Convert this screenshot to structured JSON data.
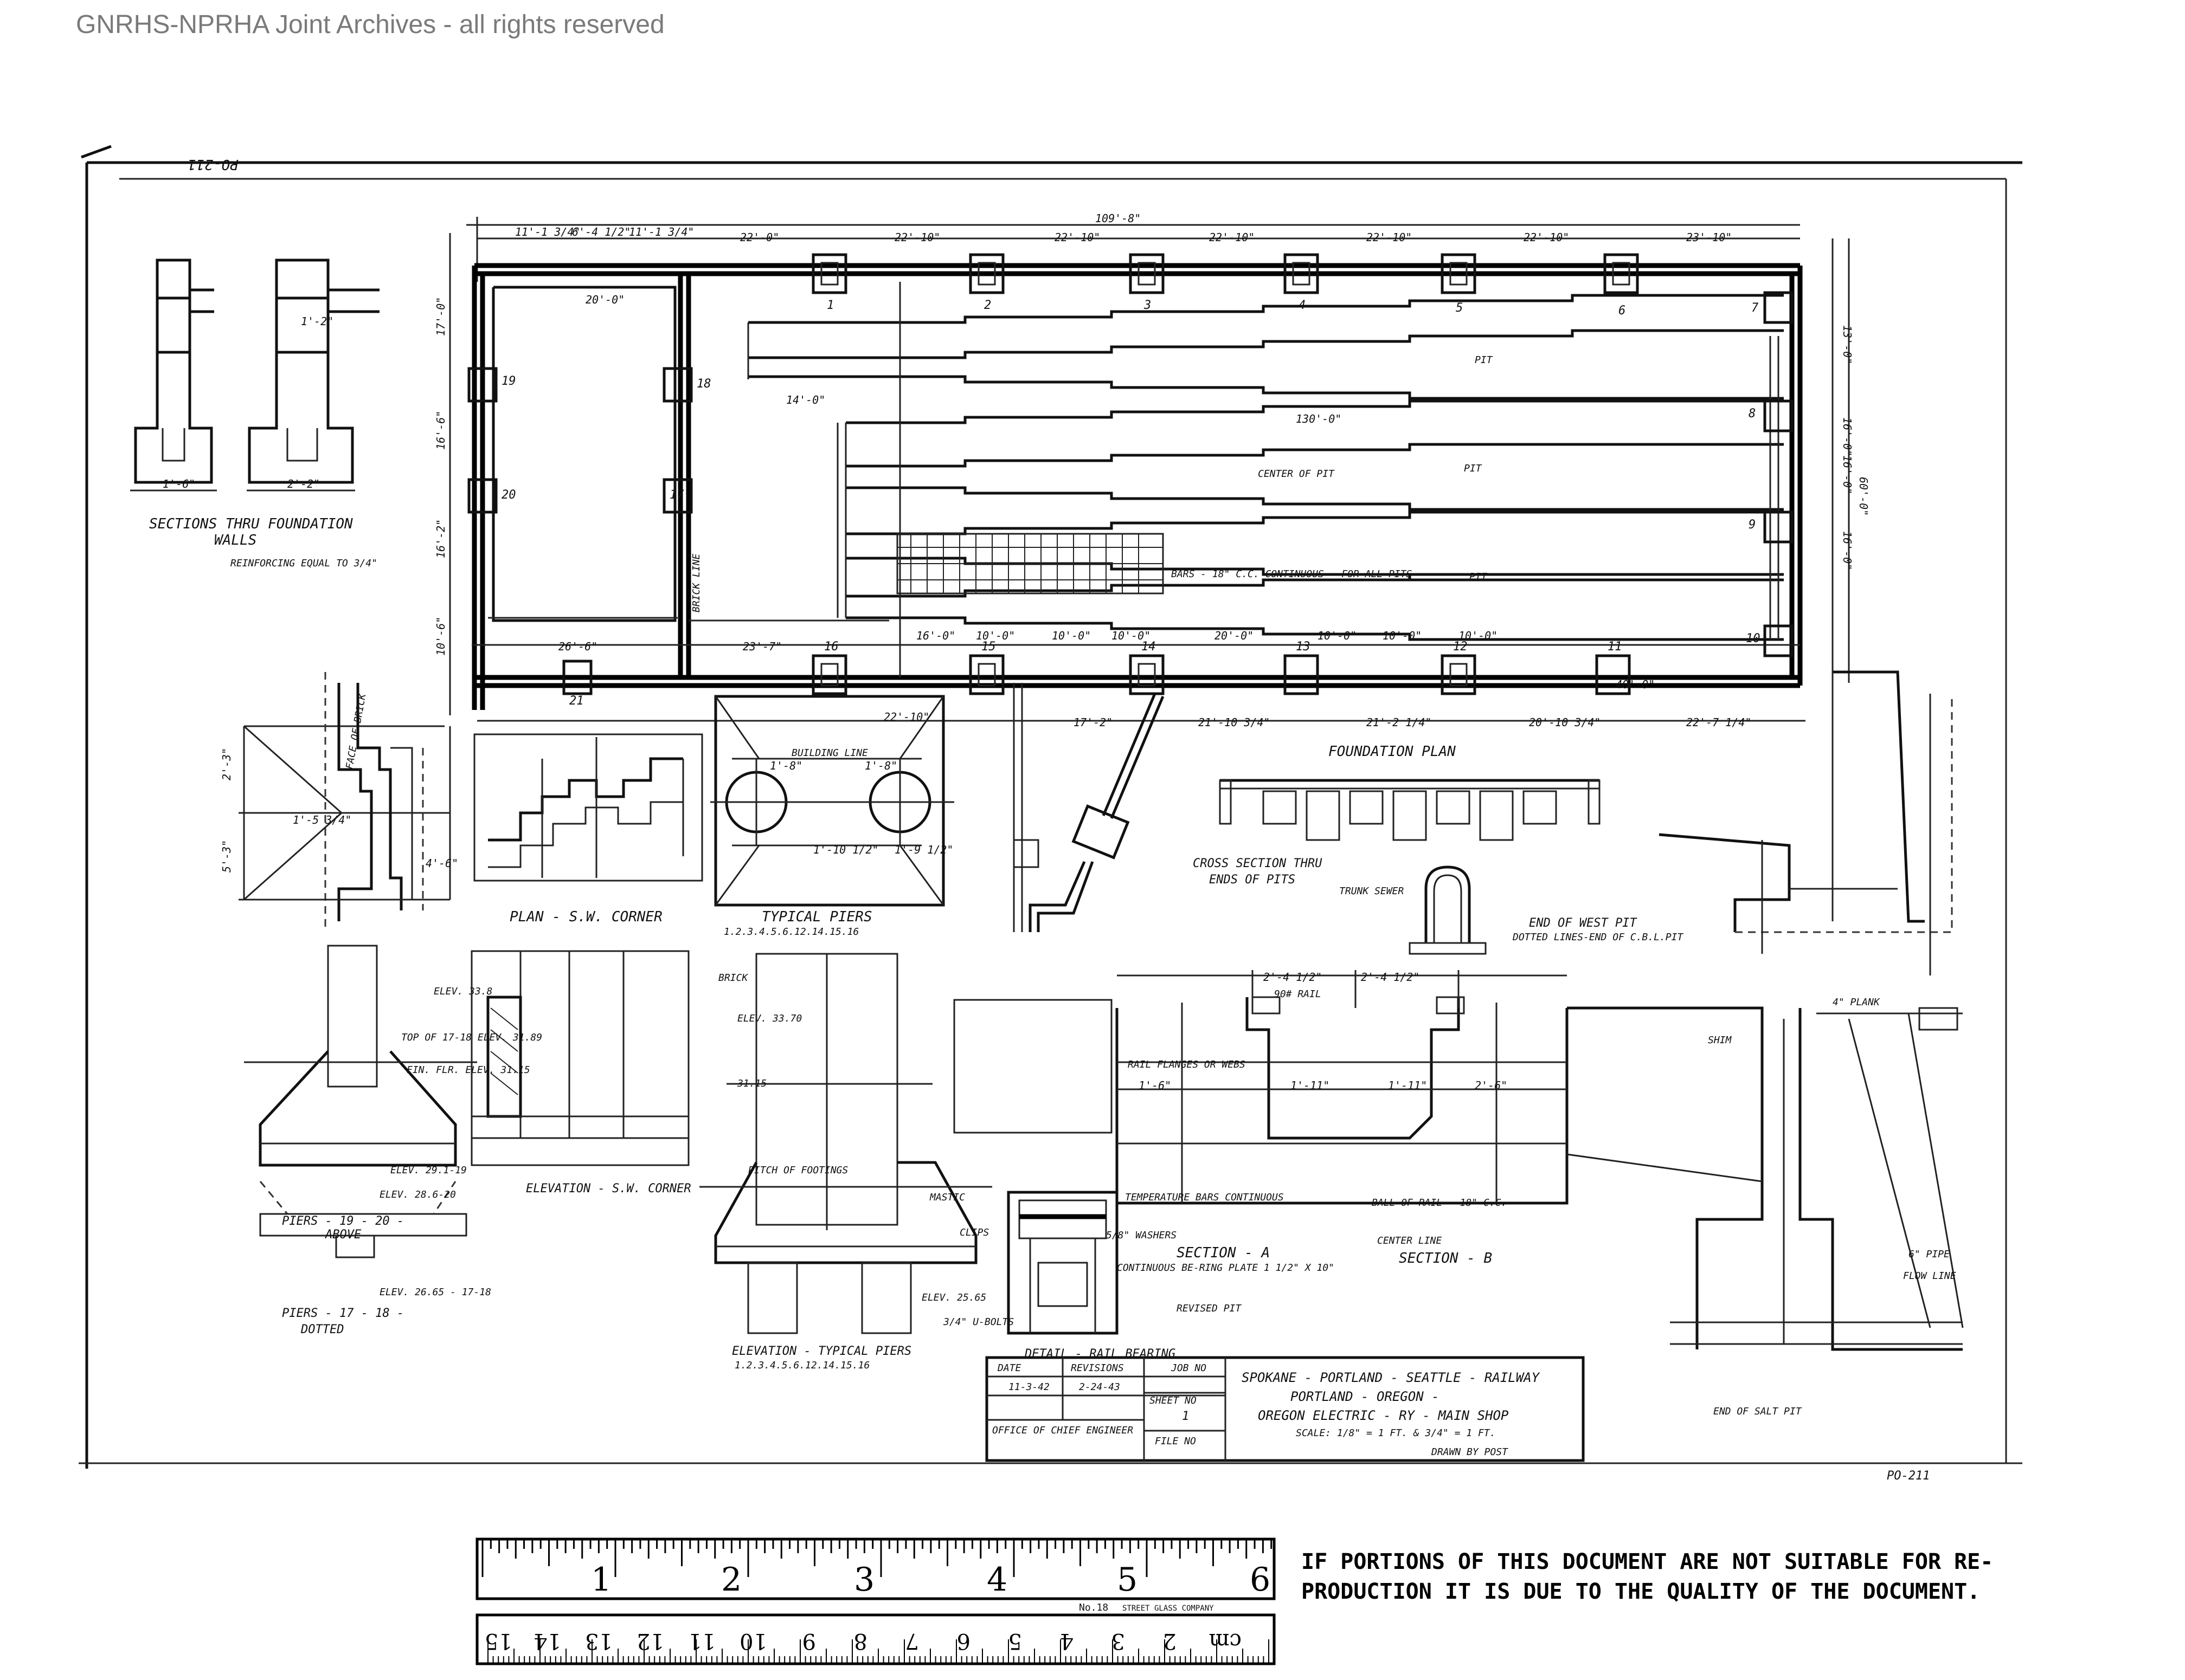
{
  "watermark": "GNRHS-NPRHA Joint Archives - all rights reserved",
  "sheet_mark_top": "PO-211",
  "sheet_mark_bottom": "PO-211",
  "main_view": {
    "title": "FOUNDATION PLAN",
    "overall_length": "109'-8\"",
    "top_spans": [
      "11'-1 3/4\"",
      "6'-4 1/2\"",
      "11'-1 3/4\"",
      "22'-0\"",
      "22'-10\"",
      "22'-10\"",
      "22'-10\"",
      "22'-10\"",
      "22'-10\"",
      "23'-10\""
    ],
    "bottom_spans": [
      "26'-6\"",
      "23'-7\"",
      "22'-10\"",
      "17'-2\"",
      "21'-10 3/4\"",
      "21'-2 1/4\"",
      "20'-10 3/4\"",
      "22'-7 1/4\""
    ],
    "pit_spans": [
      "16'-0\"",
      "10'-0\"",
      "10'-0\"",
      "10'-0\"",
      "20'-0\"",
      "10'-0\"",
      "10'-0\"",
      "10'-0\"",
      "40'-0\""
    ],
    "left_heights": [
      "17'-0\"",
      "16'-6\"",
      "16'-2\"",
      "10'-6\""
    ],
    "right_heights": [
      "13'-0\"",
      "16'-0\"",
      "16'-0\"",
      "16'-0\"",
      "60'-0\""
    ],
    "pier_numbers": [
      "1",
      "2",
      "3",
      "4",
      "5",
      "6",
      "7",
      "8",
      "9",
      "10",
      "11",
      "12",
      "13",
      "14",
      "15",
      "16",
      "17",
      "18",
      "19",
      "20",
      "21"
    ],
    "notes": {
      "pit": "PIT",
      "center_of_pit": "CENTER OF PIT",
      "bars": "BARS - 18\" C.C. CONTINUOUS - FOR ALL PITS",
      "brick_line": "BRICK LINE",
      "length_130": "130'-0\"",
      "length_14": "14'-0\"",
      "width_20": "20'-0\""
    }
  },
  "sections_walls": {
    "title": "SECTIONS THRU FOUNDATION",
    "title2": "WALLS",
    "note": "REINFORCING EQUAL TO 3/4\"",
    "dims": [
      "1'-6\"",
      "2'-2\"",
      "1'-2\""
    ]
  },
  "plan_sw": {
    "title": "PLAN - S.W. CORNER",
    "dims": [
      "2'-3\"",
      "5'-3\"",
      "1'-5 3/4\"",
      "4'-6\""
    ],
    "face_label": "FACE OF BRICK"
  },
  "typical_piers": {
    "title": "TYPICAL PIERS",
    "subtitle": "1.2.3.4.5.6.12.14.15.16",
    "building_line": "BUILDING LINE",
    "dims": [
      "1'-8\"",
      "1'-8\"",
      "1'-10 1/2\"",
      "1'-9 1/2\""
    ]
  },
  "cross_section": {
    "title": "CROSS SECTION THRU",
    "title2": "ENDS OF PITS",
    "trunk_sewer": "TRUNK SEWER"
  },
  "end_west_pit": {
    "title": "END OF WEST PIT",
    "subtitle": "DOTTED LINES-END OF C.B.L.PIT"
  },
  "elev_sw": {
    "title": "ELEVATION - S.W. CORNER",
    "labels": [
      "ELEV. 33.8",
      "TOP OF 17-18 ELEV. 31.89",
      "FIN. FLR. ELEV. 31.15",
      "ELEV. 29.1-19",
      "ELEV. 28.6-20"
    ],
    "brick": "BRICK",
    "elev_brick": "ELEV. 33.70"
  },
  "piers_19_20": {
    "title": "PIERS - 19 - 20 -",
    "subtitle": "ABOVE",
    "note": "ELEV. 26.65 - 17-18"
  },
  "piers_17_18": {
    "title": "PIERS - 17 - 18 -",
    "subtitle": "DOTTED"
  },
  "elev_typical": {
    "title": "ELEVATION - TYPICAL PIERS",
    "subtitle": "1.2.3.4.5.6.12.14.15.16",
    "pitch": "PITCH OF FOOTINGS",
    "elev_31": "31.15",
    "elev_bot": "ELEV. 25.65"
  },
  "detail_rail": {
    "title": "DETAIL - RAIL BEARING",
    "labels": [
      "MASTIC",
      "CLIPS",
      "CONTINUOUS BE-RING PLATE 1 1/2\" X 10\"",
      "3/4\" U-BOLTS",
      "5/8\" WASHERS"
    ]
  },
  "section_a": {
    "title": "SECTION - A",
    "labels": [
      "RAIL FLANGES OR WEBS",
      "TEMPERATURE BARS CONTINUOUS",
      "BALL OF RAIL - 18\" C.C.",
      "REVISED PIT",
      "90# RAIL"
    ],
    "dims": [
      "2'-4 1/2\"",
      "2'-4 1/2\"",
      "1'-6\"",
      "1'-11\"",
      "1'-11\"",
      "2'-6\""
    ]
  },
  "section_b": {
    "title": "SECTION - B",
    "center_line": "CENTER LINE",
    "plank": "4\" PLANK",
    "pipe": "6\" PIPE",
    "flow_line": "FLOW LINE",
    "shim": "SHIM"
  },
  "title_block": {
    "railway": "SPOKANE - PORTLAND - SEATTLE - RAILWAY",
    "city": "PORTLAND - OREGON -",
    "subject": "OREGON ELECTRIC - RY - MAIN SHOP",
    "scale": "SCALE: 1/8\" = 1 FT. & 3/4\" = 1 FT.",
    "drawn": "DRAWN BY POST",
    "date_label": "DATE",
    "revisions_label": "REVISIONS",
    "job_label": "JOB NO",
    "sheet_label": "SHEET NO",
    "sheet_no": "1",
    "file_label": "FILE NO",
    "date": "11-3-42",
    "revision_date": "2-24-43",
    "office": "OFFICE OF CHIEF ENGINEER",
    "end_label": "END OF SALT PIT"
  },
  "ruler": {
    "inch_marks": [
      "1",
      "2",
      "3",
      "4",
      "5",
      "6"
    ],
    "cm_marks": [
      "cm",
      "2",
      "3",
      "4",
      "5",
      "6",
      "7",
      "8",
      "9",
      "10",
      "11",
      "12",
      "13",
      "14",
      "15"
    ],
    "model": "No.18",
    "maker": "STREET GLASS COMPANY"
  },
  "notice": {
    "line1": "IF PORTIONS OF THIS DOCUMENT ARE NOT SUITABLE FOR RE-",
    "line2": "PRODUCTION IT IS DUE TO THE QUALITY OF THE DOCUMENT."
  }
}
